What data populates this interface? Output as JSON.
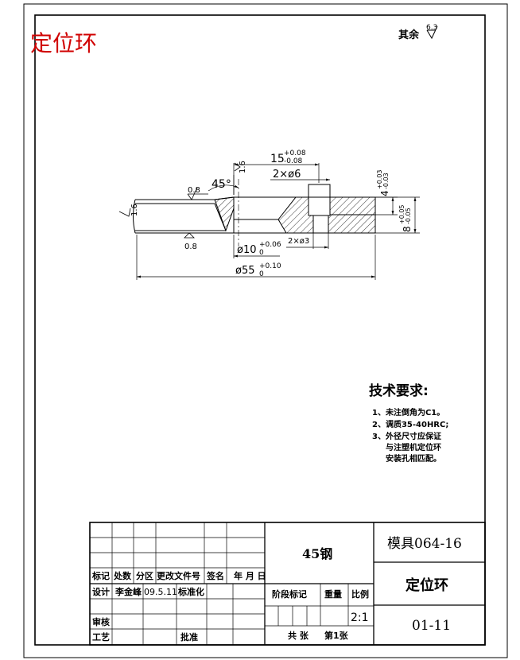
{
  "header": {
    "part_title": "定位环",
    "surface_note": "其余",
    "surface_default_value": "6.3"
  },
  "dimensions": {
    "chamfer_angle": "45°",
    "ra_chamfer": "0.8",
    "ra_top_face": "1.6",
    "ra_left_face": "1.6",
    "ra_bottom_face": "0.8",
    "counterbore_dist": "15",
    "counterbore_dist_upper": "+0.08",
    "counterbore_dist_lower": "-0.08",
    "holes_large": "2×ø6",
    "holes_small": "2×ø3",
    "bore_dia": "ø10",
    "bore_upper": "+0.06",
    "bore_lower": "0",
    "outer_dia": "ø55",
    "outer_upper": "+0.10",
    "outer_lower": "0",
    "step_height": "4",
    "step_upper": "+0.03",
    "step_lower": "-0.03",
    "thickness": "8",
    "thickness_upper": "+0.05",
    "thickness_lower": "-0.05"
  },
  "tech_requirements": {
    "title": "技术要求:",
    "items": [
      "1、未注倒角为C1。",
      "2、调质35-40HRC;",
      "3、外径尺寸应保证",
      "与注塑机定位环",
      "安装孔相匹配。"
    ]
  },
  "title_block": {
    "headers": [
      "标记",
      "处数",
      "分区",
      "更改文件号",
      "签名",
      "年 月 日"
    ],
    "design_label": "设计",
    "designer": "李金峰",
    "design_date": "09.5.11",
    "standardize_label": "标准化",
    "review_label": "审核",
    "process_label": "工艺",
    "approve_label": "批准",
    "material": "45钢",
    "stage_label": "阶段标记",
    "weight_label": "重量",
    "scale_label": "比例",
    "scale_value": "2:1",
    "sheets_total": "共 张",
    "sheet_current": "第1张",
    "drawing_number": "模具064-16",
    "part_name": "定位环",
    "part_code": "01-11"
  }
}
